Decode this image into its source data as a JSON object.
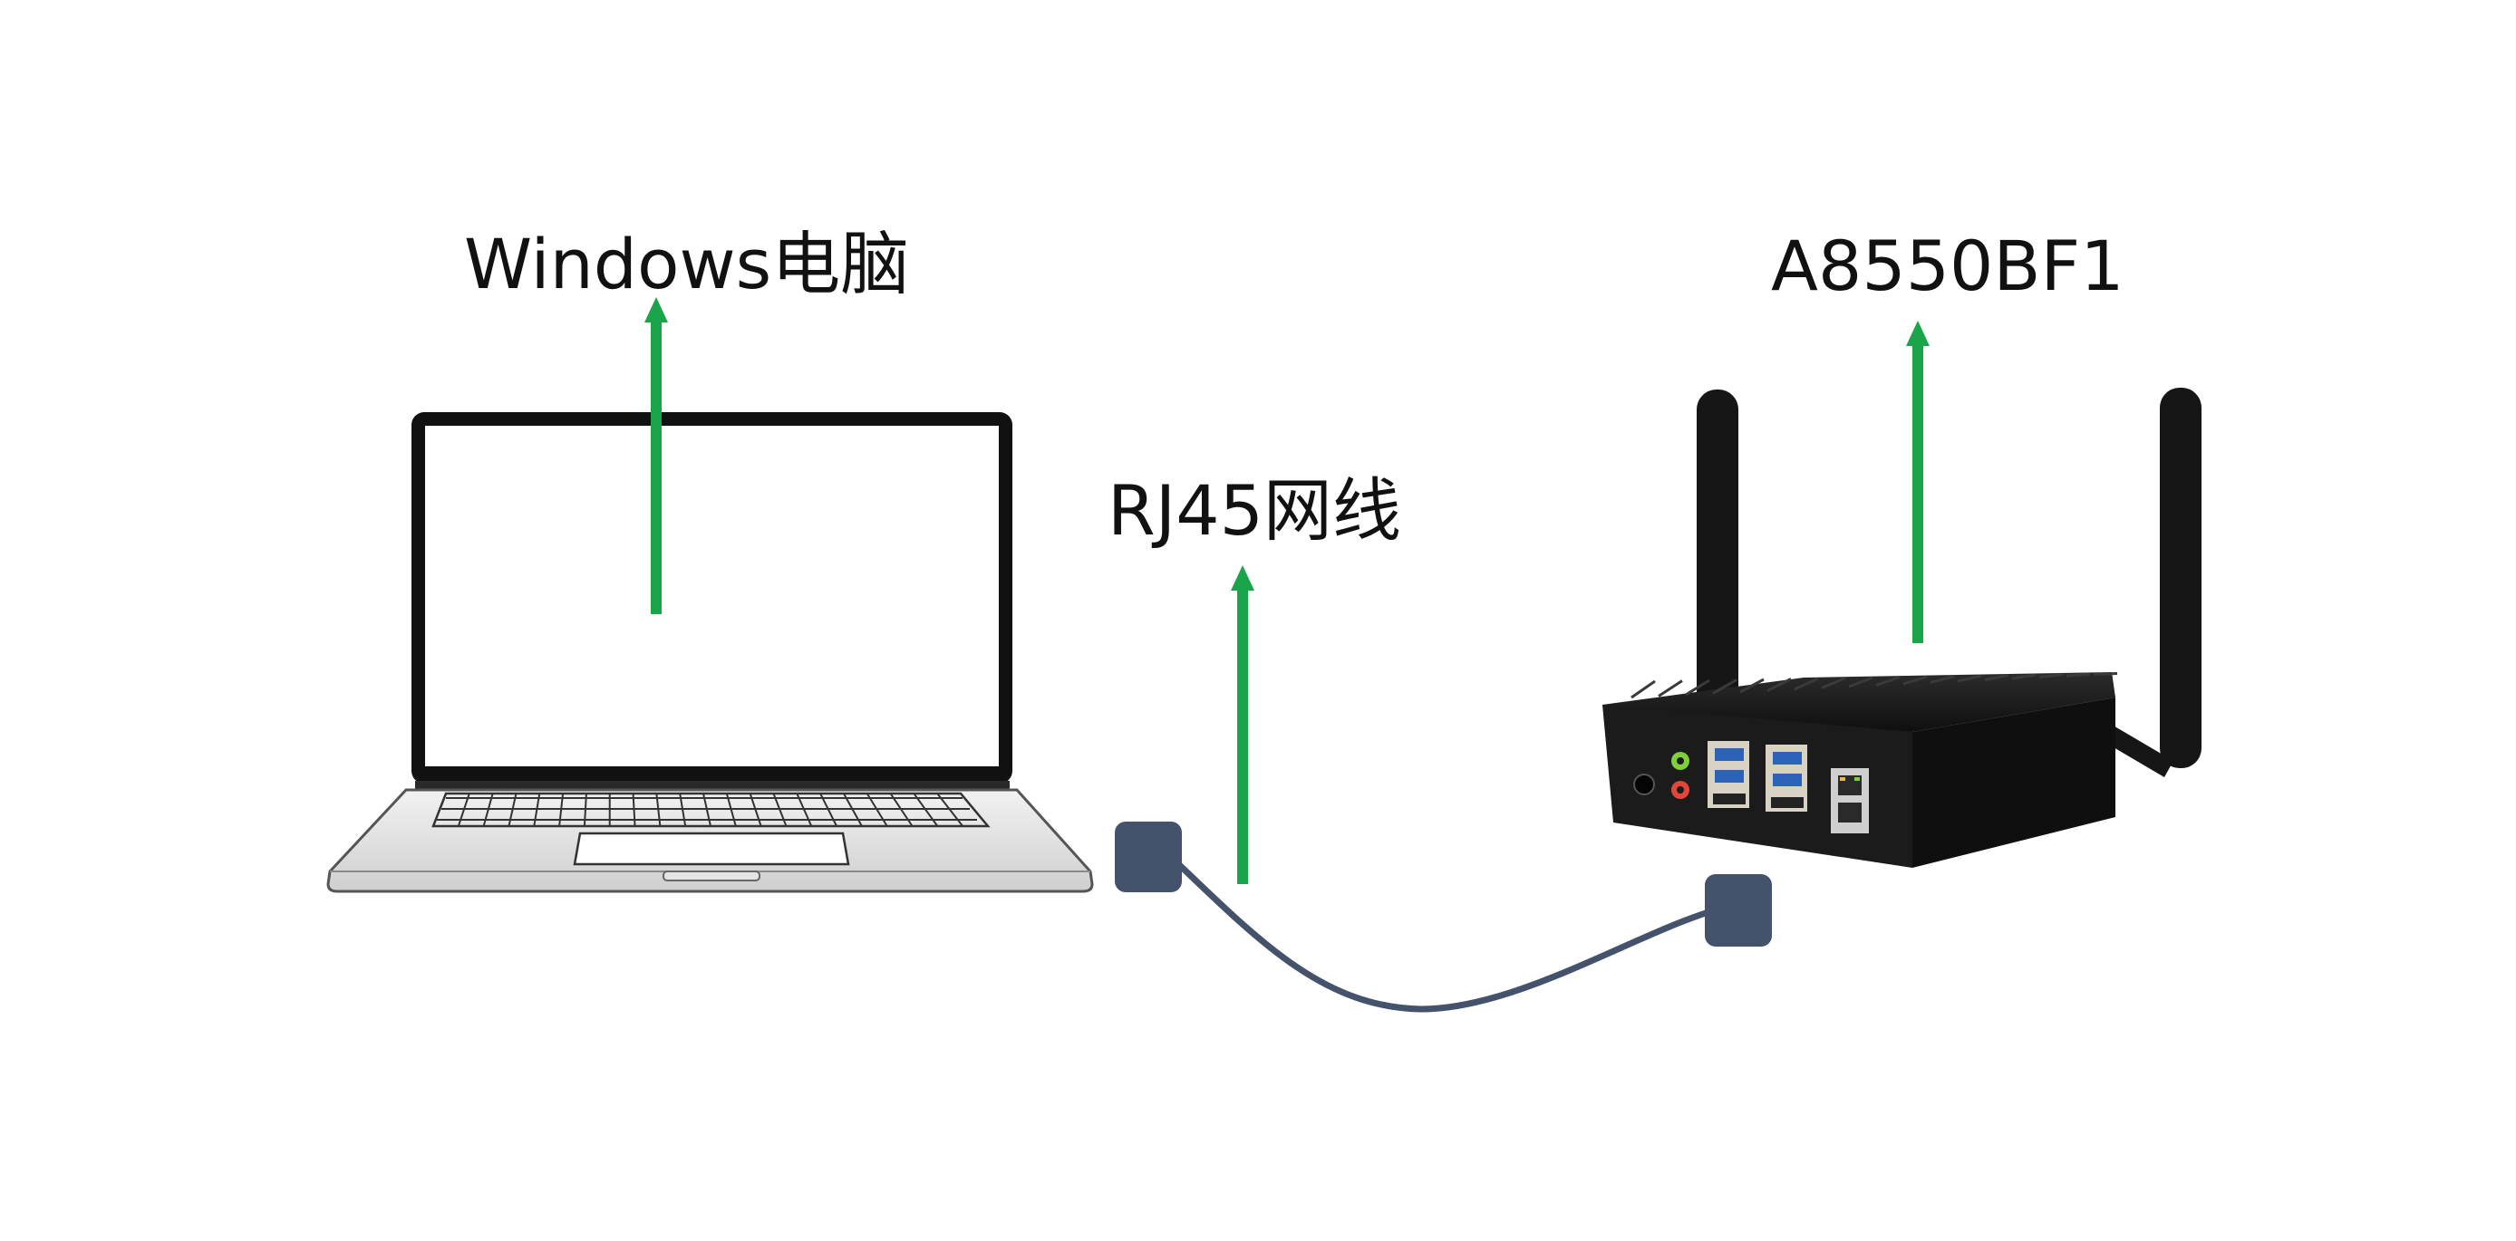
{
  "labels": {
    "windows_pc": "Windows电脑",
    "cable": "RJ45网线",
    "device": "A8550BF1"
  },
  "colors": {
    "arrow": "#1aa54a",
    "cable": "#44536b",
    "plug": "#44536b",
    "device_body": "#1b1b1b"
  },
  "icons": [
    "laptop-icon",
    "cable-plug-icon",
    "router-device-icon"
  ]
}
